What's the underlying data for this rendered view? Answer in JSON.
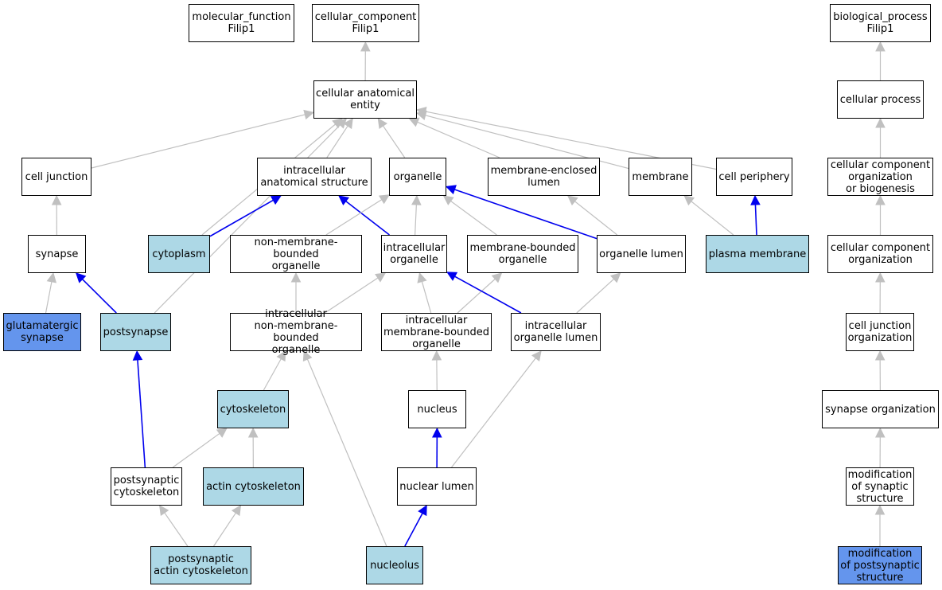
{
  "colors": {
    "normal_edge": "#c0c0c0",
    "highlight_edge": "#0000ee",
    "node_fill": "#ffffff",
    "light_fill": "#add8e6",
    "dark_fill": "#6495ed"
  },
  "nodes": {
    "mf": {
      "label": "molecular_function\nFilip1",
      "fill": "white"
    },
    "cc": {
      "label": "cellular_component\nFilip1",
      "fill": "white"
    },
    "bp": {
      "label": "biological_process\nFilip1",
      "fill": "white"
    },
    "cae": {
      "label": "cellular anatomical\nentity",
      "fill": "white"
    },
    "cp": {
      "label": "cellular process",
      "fill": "white"
    },
    "cj": {
      "label": "cell junction",
      "fill": "white"
    },
    "ias": {
      "label": "intracellular\nanatomical structure",
      "fill": "white"
    },
    "org": {
      "label": "organelle",
      "fill": "white"
    },
    "mel": {
      "label": "membrane-enclosed\nlumen",
      "fill": "white"
    },
    "mem": {
      "label": "membrane",
      "fill": "white"
    },
    "cper": {
      "label": "cell periphery",
      "fill": "white"
    },
    "ccob": {
      "label": "cellular component\norganization\nor biogenesis",
      "fill": "white"
    },
    "syn": {
      "label": "synapse",
      "fill": "white"
    },
    "cyto": {
      "label": "cytoplasm",
      "fill": "light"
    },
    "nmbo": {
      "label": "non-membrane-bounded\norganelle",
      "fill": "white"
    },
    "io": {
      "label": "intracellular\norganelle",
      "fill": "white"
    },
    "mbo": {
      "label": "membrane-bounded\norganelle",
      "fill": "white"
    },
    "ol": {
      "label": "organelle lumen",
      "fill": "white"
    },
    "pm": {
      "label": "plasma membrane",
      "fill": "light"
    },
    "cco": {
      "label": "cellular component\norganization",
      "fill": "white"
    },
    "gs": {
      "label": "glutamatergic\nsynapse",
      "fill": "dark"
    },
    "ps": {
      "label": "postsynapse",
      "fill": "light"
    },
    "inmbo": {
      "label": "intracellular\nnon-membrane-bounded\norganelle",
      "fill": "white"
    },
    "imbo": {
      "label": "intracellular\nmembrane-bounded\norganelle",
      "fill": "white"
    },
    "iol": {
      "label": "intracellular\norganelle lumen",
      "fill": "white"
    },
    "cjo": {
      "label": "cell junction\norganization",
      "fill": "white"
    },
    "csk": {
      "label": "cytoskeleton",
      "fill": "light"
    },
    "nuc": {
      "label": "nucleus",
      "fill": "white"
    },
    "so": {
      "label": "synapse organization",
      "fill": "white"
    },
    "pcs": {
      "label": "postsynaptic\ncytoskeleton",
      "fill": "white"
    },
    "acs": {
      "label": "actin cytoskeleton",
      "fill": "light"
    },
    "nl": {
      "label": "nuclear lumen",
      "fill": "white"
    },
    "mss": {
      "label": "modification\nof synaptic\nstructure",
      "fill": "white"
    },
    "pacs": {
      "label": "postsynaptic\nactin cytoskeleton",
      "fill": "light"
    },
    "ncl": {
      "label": "nucleolus",
      "fill": "light"
    },
    "mpss": {
      "label": "modification\nof postsynaptic\nstructure",
      "fill": "dark"
    }
  },
  "edges": [
    {
      "from": "cae",
      "to": "cc",
      "highlight": false
    },
    {
      "from": "cp",
      "to": "bp",
      "highlight": false
    },
    {
      "from": "cj",
      "to": "cae",
      "highlight": false
    },
    {
      "from": "ias",
      "to": "cae",
      "highlight": false
    },
    {
      "from": "org",
      "to": "cae",
      "highlight": false
    },
    {
      "from": "mel",
      "to": "cae",
      "highlight": false
    },
    {
      "from": "mem",
      "to": "cae",
      "highlight": false
    },
    {
      "from": "cper",
      "to": "cae",
      "highlight": false
    },
    {
      "from": "cyto",
      "to": "cae",
      "highlight": false
    },
    {
      "from": "ps",
      "to": "cae",
      "highlight": false
    },
    {
      "from": "ccob",
      "to": "cp",
      "highlight": false
    },
    {
      "from": "cco",
      "to": "ccob",
      "highlight": false
    },
    {
      "from": "cjo",
      "to": "cco",
      "highlight": false
    },
    {
      "from": "so",
      "to": "cjo",
      "highlight": false
    },
    {
      "from": "mss",
      "to": "so",
      "highlight": false
    },
    {
      "from": "mpss",
      "to": "mss",
      "highlight": false
    },
    {
      "from": "syn",
      "to": "cj",
      "highlight": false
    },
    {
      "from": "gs",
      "to": "syn",
      "highlight": false
    },
    {
      "from": "ps",
      "to": "syn",
      "highlight": true
    },
    {
      "from": "cyto",
      "to": "ias",
      "highlight": true
    },
    {
      "from": "io",
      "to": "ias",
      "highlight": true
    },
    {
      "from": "nmbo",
      "to": "org",
      "highlight": false
    },
    {
      "from": "io",
      "to": "org",
      "highlight": false
    },
    {
      "from": "mbo",
      "to": "org",
      "highlight": false
    },
    {
      "from": "ol",
      "to": "org",
      "highlight": true
    },
    {
      "from": "ol",
      "to": "mel",
      "highlight": false
    },
    {
      "from": "pm",
      "to": "mem",
      "highlight": false
    },
    {
      "from": "pm",
      "to": "cper",
      "highlight": true
    },
    {
      "from": "inmbo",
      "to": "nmbo",
      "highlight": false
    },
    {
      "from": "inmbo",
      "to": "io",
      "highlight": false
    },
    {
      "from": "imbo",
      "to": "io",
      "highlight": false
    },
    {
      "from": "imbo",
      "to": "mbo",
      "highlight": false
    },
    {
      "from": "iol",
      "to": "io",
      "highlight": true
    },
    {
      "from": "iol",
      "to": "ol",
      "highlight": false
    },
    {
      "from": "csk",
      "to": "inmbo",
      "highlight": false
    },
    {
      "from": "ncl",
      "to": "inmbo",
      "highlight": false
    },
    {
      "from": "nuc",
      "to": "imbo",
      "highlight": false
    },
    {
      "from": "nl",
      "to": "iol",
      "highlight": false
    },
    {
      "from": "nl",
      "to": "nuc",
      "highlight": true
    },
    {
      "from": "pcs",
      "to": "ps",
      "highlight": true
    },
    {
      "from": "pcs",
      "to": "csk",
      "highlight": false
    },
    {
      "from": "acs",
      "to": "csk",
      "highlight": false
    },
    {
      "from": "pacs",
      "to": "pcs",
      "highlight": false
    },
    {
      "from": "pacs",
      "to": "acs",
      "highlight": false
    },
    {
      "from": "ncl",
      "to": "nl",
      "highlight": true
    }
  ]
}
